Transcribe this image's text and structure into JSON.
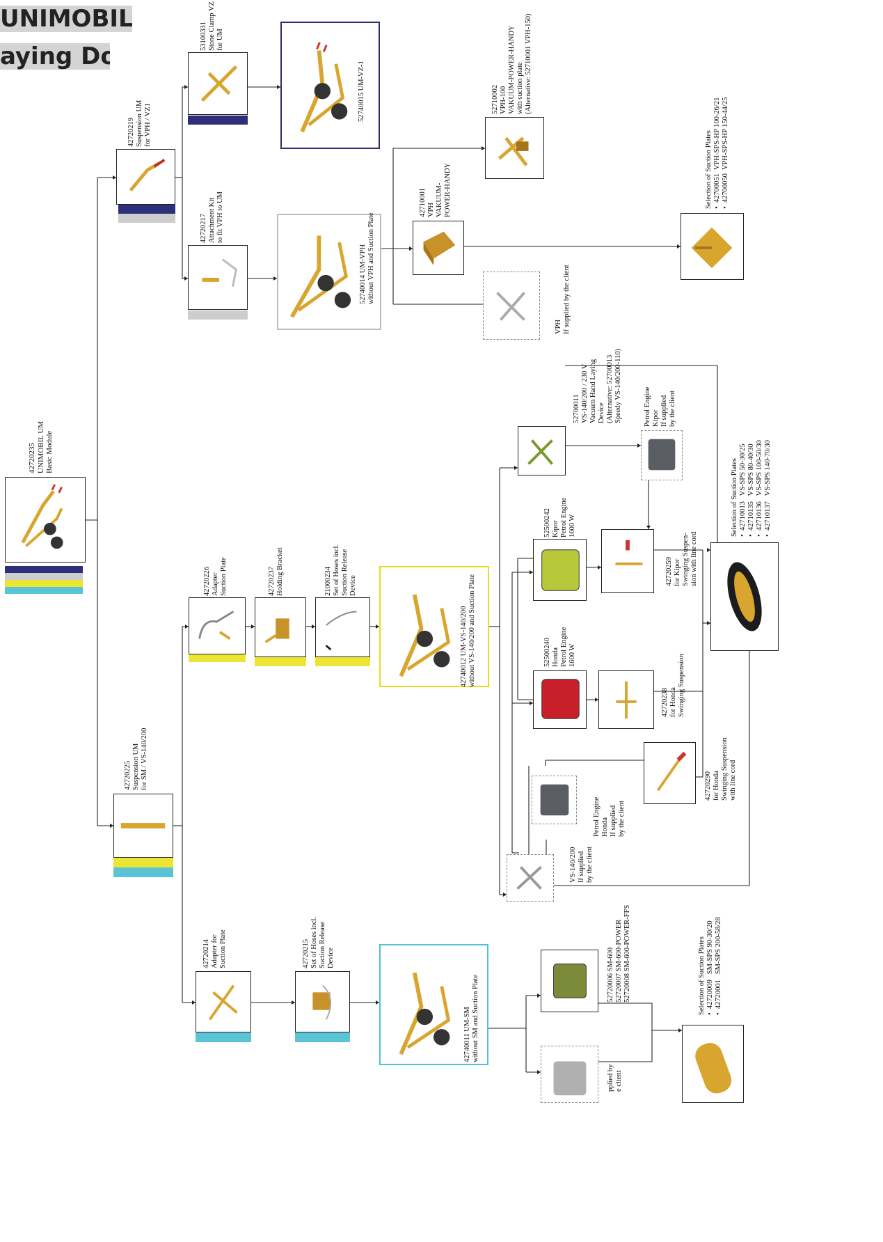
{
  "header": {
    "title_top": "UNIMOBIL UM",
    "title_bottom": "aying Dolly"
  },
  "colors": {
    "navy": "#2e2f7a",
    "grey": "#cdcdcd",
    "yellow": "#ece533",
    "cyan": "#5bc3d6",
    "gold": "#d8a52e",
    "line": "#222222"
  },
  "nodes": {
    "basic": "42720235\nUNIMOBIL UM\nBasic Module",
    "susp_vph": "42720219\nSuspension UM\nfor VPH / VZ1",
    "stone_clamp": "53100331\nStone Clamp VZ\nfor UM",
    "um_vz1": "52740015 UM-VZ-1",
    "attach_kit": "42720217\nAttachment Kit\nto fit VPH to UM",
    "um_vph": "52740014 UM-VPH\nwithout VPH and Suction Plate",
    "vph": "42710001\nVPH\nVAKUUM-\nPOWER-HANDY",
    "vph100": "52710002\nVPH-100\nVAKUUM-POWER-HANDY\nwith suction plate\n(Alternative: 52710001 VPH-150)",
    "vph_client": "VPH\nIf supplied by the client",
    "vph_plates": "Selection of Suction Plates\n•  42700051  VPH-SPS-HP 100-26/21\n•  42700050  VPH-SPS-HP 150-44/25",
    "susp_sm": "42720225\nSuspension UM\nfor SM / VS-140/200",
    "adapter": "42720226\nAdapter\nSuction Plate",
    "holding": "42720237\nHolding Bracket",
    "hoses1": "21000234\nSet of Hoses incl.\nSuction Release\nDevice",
    "um_vs": "42740012 UM-VS-140/200\nwithout VS-140/200 and Suction Plate",
    "vs_device": "52700011\nVS-140/200 / 230 V\nVacuum Hand Laying\nDevice\n(Alternative: 52700013\nSpeedy VS-140/200-110)",
    "kipor_engine": "52500242\nKipor\nPetrol Engine\n1600 W",
    "kipor_client": "Petrol Engine\nKipor\nIf supplied\nby the client",
    "kipor_susp": "42720259\nfor Kipor\nSwinging Suspen-\nsion with line cord",
    "honda_engine": "52500240\nHonda\nPetrol Engine\n1600 W",
    "honda_susp": "42720238\nfor Honda\nSwinging Suspension",
    "honda_client": "Petrol Engine\nHonda\nIf supplied\nby the client",
    "honda_susp2": "42720290\nfor Honda\nSwinging Suspension\nwith line cord",
    "vs_client": "VS-140/200\nIf supplied\nby the client",
    "vs_plates": "Selection of Suction Plates\n•  42710013   VS-SPS 50-30/25\n•  42710135   VS-SPS 80-40/30\n•  42710136   VS-SPS 100-50/30\n•  42710137   VS-SPS 140-70/30",
    "adapter_sm": "42720214\nAdapter for\nSuction Plate",
    "hoses2": "42720215\nSet of Hoses incl.\nSuction Release\nDevice",
    "um_sm": "42740011 UM-SM\nwithout SM and Suction Plate",
    "sm600": "52720006 SM-600\n52720007 SM-600-POWER\n52720008 SM-600-POWER-FFS",
    "sm_client": "pplied by\ne client",
    "sm_plates": "Selection of Suction Plates\n•  42720009   SM-SPS 90-30/20\n•  42720001   SM-SPS 200-58/28"
  }
}
